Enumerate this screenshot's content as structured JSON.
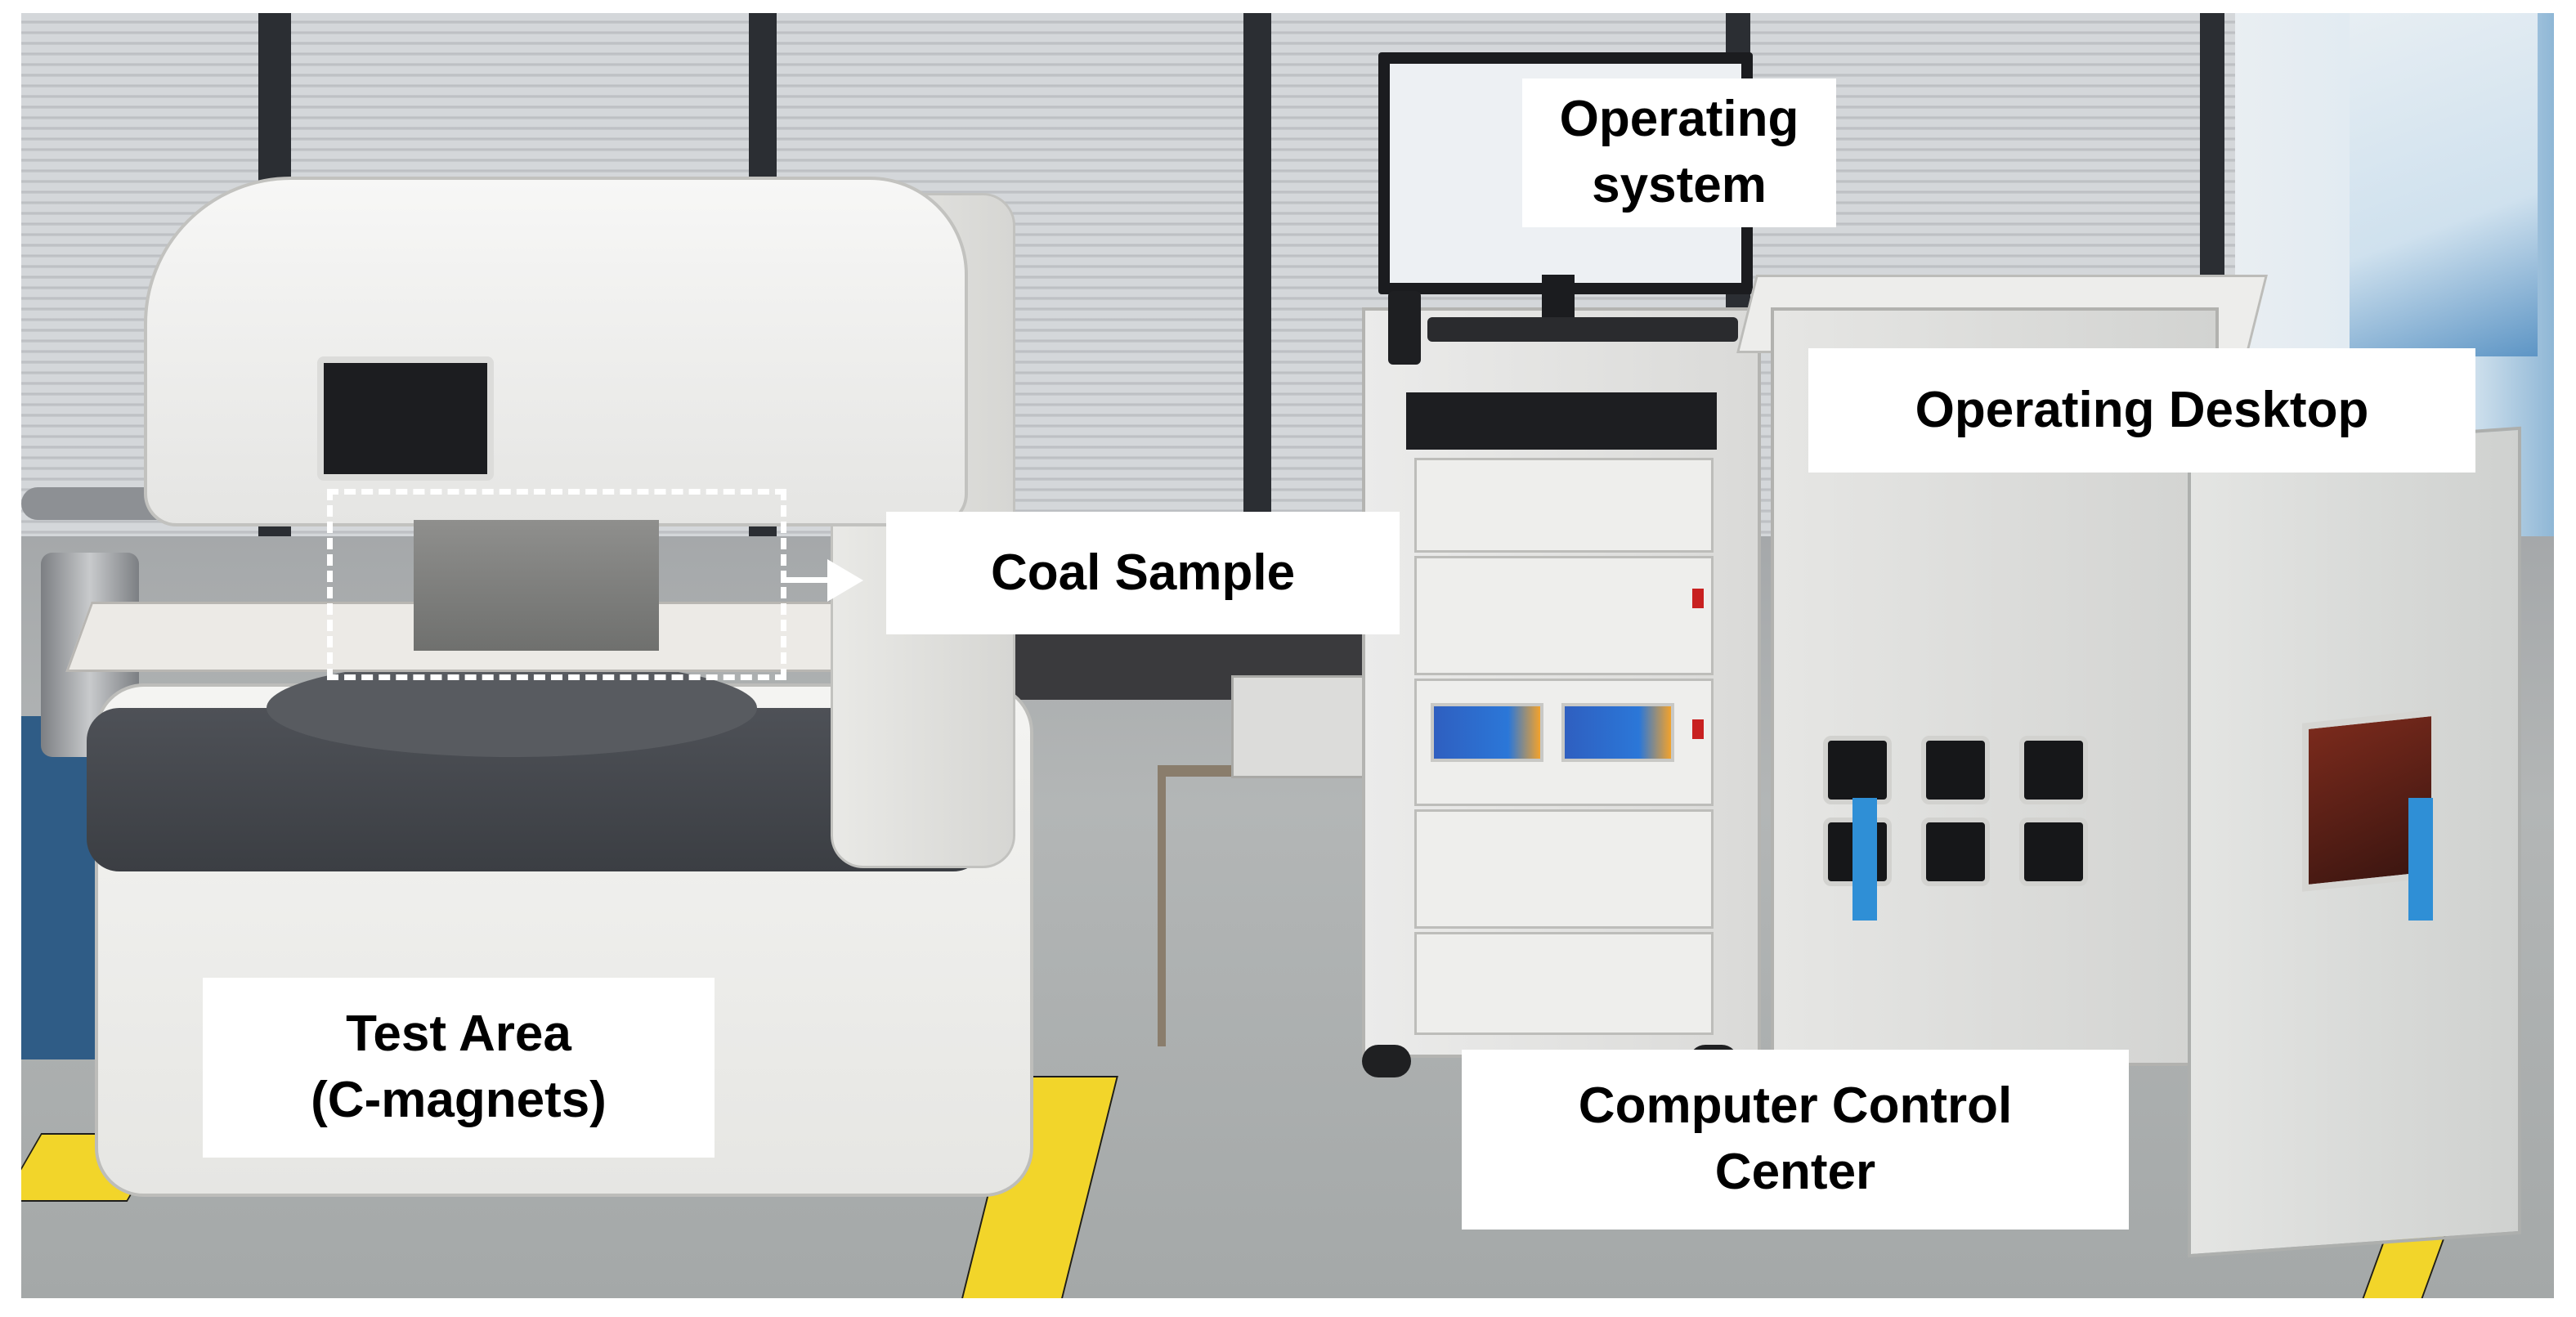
{
  "labels": {
    "operating_system": "Operating\nsystem",
    "operating_desktop": "Operating Desktop",
    "coal_sample": "Coal Sample",
    "test_area": "Test Area\n(C-magnets)",
    "computer_control_center": "Computer Control\nCenter"
  },
  "colors": {
    "label_background": "#ffffff",
    "label_text": "#000000",
    "annotation_stroke": "#ffffff",
    "floor_tape": "#f2d52a"
  }
}
